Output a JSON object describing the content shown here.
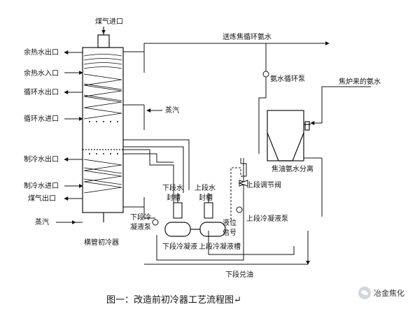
{
  "labels": {
    "gas_inlet": "煤气进口",
    "waste_heat_water_outlet": "余热水出口",
    "waste_heat_water_inlet": "余热水入口",
    "circulating_water_outlet": "循环水出口",
    "circulating_water_inlet": "循环水进口",
    "chilled_water_outlet": "制冷水出口",
    "chilled_water_inlet": "制冷水进口",
    "gas_outlet": "煤气出口",
    "steam_left": "蒸汽",
    "steam_mid": "蒸汽",
    "cooler_name": "横管初冷器",
    "to_coke_oven_ammonia": "送炼焦循环氨水",
    "ammonia_pump": "氨水循环泵",
    "ammonia_from_oven": "焦炉来的氨水",
    "tar_separator": "焦油氨水分离",
    "upper_valve": "上段调节阀",
    "lower_seal_1": "下段水",
    "lower_seal_2": "封槽",
    "upper_seal_1": "上段水",
    "upper_seal_2": "封槽",
    "lower_pump_1": "下段冷",
    "lower_pump_2": "凝液泵",
    "level_1": "液位",
    "level_2": "信号",
    "upper_pump": "上段冷凝液泵",
    "lower_tank": "下段冷凝液",
    "upper_tank": "上段冷凝液槽",
    "lower_oil": "下段兑油"
  },
  "caption": "图一：改造前初冷器工艺流程图↵",
  "brand": {
    "name": "冶金焦化",
    "icon": "wechat-icon"
  }
}
